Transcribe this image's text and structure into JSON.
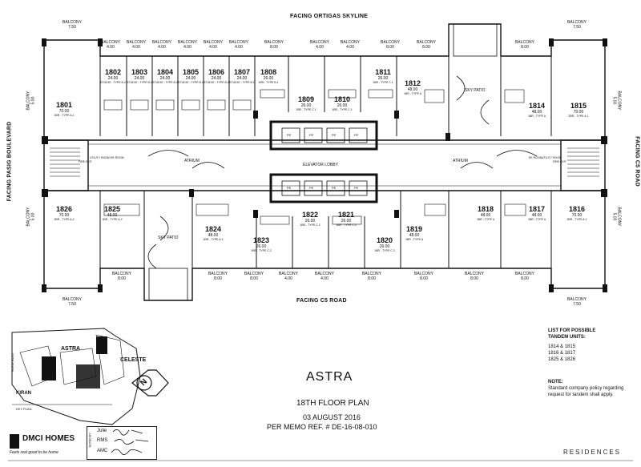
{
  "facing": {
    "top": "FACING ORTIGAS SKYLINE",
    "bottom": "FACING C5 ROAD",
    "left": "FACING PASIG BOULEVARD",
    "right": "FACING C5 ROAD"
  },
  "balconies_top": [
    {
      "label": "BALCONY",
      "size": "7.50"
    },
    {
      "label": "BALCONY",
      "size": "4.00"
    },
    {
      "label": "BALCONY",
      "size": "4.00"
    },
    {
      "label": "BALCONY",
      "size": "4.00"
    },
    {
      "label": "BALCONY",
      "size": "4.00"
    },
    {
      "label": "BALCONY",
      "size": "4.00"
    },
    {
      "label": "BALCONY",
      "size": "4.00"
    },
    {
      "label": "BALCONY",
      "size": "8.00"
    },
    {
      "label": "BALCONY",
      "size": "4.00"
    },
    {
      "label": "BALCONY",
      "size": "4.00"
    },
    {
      "label": "BALCONY",
      "size": "8.00"
    },
    {
      "label": "BALCONY",
      "size": "8.00"
    },
    {
      "label": "BALCONY",
      "size": "8.00"
    },
    {
      "label": "BALCONY",
      "size": "7.50"
    }
  ],
  "balconies_bottom": [
    {
      "label": "BALCONY",
      "size": "7.50"
    },
    {
      "label": "BALCONY",
      "size": "8.00"
    },
    {
      "label": "BALCONY",
      "size": "8.00"
    },
    {
      "label": "BALCONY",
      "size": "8.00"
    },
    {
      "label": "BALCONY",
      "size": "4.00"
    },
    {
      "label": "BALCONY",
      "size": "4.00"
    },
    {
      "label": "BALCONY",
      "size": "8.00"
    },
    {
      "label": "BALCONY",
      "size": "8.00"
    },
    {
      "label": "BALCONY",
      "size": "8.00"
    },
    {
      "label": "BALCONY",
      "size": "8.00"
    },
    {
      "label": "BALCONY",
      "size": "7.50"
    }
  ],
  "balconies_side": [
    {
      "label": "BALCONY",
      "size": "5.00"
    },
    {
      "label": "BALCONY",
      "size": "5.00"
    },
    {
      "label": "BALCONY",
      "size": "5.00"
    },
    {
      "label": "BALCONY",
      "size": "5.00"
    }
  ],
  "units": [
    {
      "num": "1801",
      "area": "70.00",
      "type": "1BR - TYPE A.1"
    },
    {
      "num": "1802",
      "area": "24.00",
      "type": "STUDIO - TYPE B.2"
    },
    {
      "num": "1803",
      "area": "24.00",
      "type": "STUDIO - TYPE B.1"
    },
    {
      "num": "1804",
      "area": "24.00",
      "type": "STUDIO - TYPE B.2"
    },
    {
      "num": "1805",
      "area": "24.00",
      "type": "STUDIO - TYPE B.1"
    },
    {
      "num": "1806",
      "area": "24.00",
      "type": "STUDIO - TYPE B.2"
    },
    {
      "num": "1807",
      "area": "24.00",
      "type": "STUDIO - TYPE B.1"
    },
    {
      "num": "1808",
      "area": "26.00",
      "type": "1BR - TYPE B.1"
    },
    {
      "num": "1809",
      "area": "26.00",
      "type": "1BR - TYPE C.1"
    },
    {
      "num": "1810",
      "area": "26.00",
      "type": "1BR - TYPE C.1"
    },
    {
      "num": "1811",
      "area": "26.00",
      "type": "1BR - TYPE C.1"
    },
    {
      "num": "1812",
      "area": "48.00",
      "type": "1BR - TYPE A"
    },
    {
      "num": "1814",
      "area": "48.00",
      "type": "1BR - TYPE A"
    },
    {
      "num": "1815",
      "area": "70.00",
      "type": "2BR - TYPE A.1"
    },
    {
      "num": "1816",
      "area": "70.00",
      "type": "2BR - TYPE A.1"
    },
    {
      "num": "1817",
      "area": "48.00",
      "type": "1BR - TYPE A"
    },
    {
      "num": "1818",
      "area": "48.00",
      "type": "1BR - TYPE A"
    },
    {
      "num": "1819",
      "area": "48.00",
      "type": "1BR - TYPE A"
    },
    {
      "num": "1820",
      "area": "26.00",
      "type": "1BR - TYPE C.2"
    },
    {
      "num": "1821",
      "area": "26.00",
      "type": "1BR - TYPE C.2"
    },
    {
      "num": "1822",
      "area": "26.00",
      "type": "1BR - TYPE C.2"
    },
    {
      "num": "1823",
      "area": "26.00",
      "type": "1BR - TYPE C.2"
    },
    {
      "num": "1824",
      "area": "48.00",
      "type": "1BR - TYPE A.2"
    },
    {
      "num": "1825",
      "area": "48.00",
      "type": "1BR - TYPE A.2"
    },
    {
      "num": "1826",
      "area": "70.00",
      "type": "2BR - TYPE A.2"
    }
  ],
  "areas": {
    "elevator_lobby": "ELEVATOR LOBBY",
    "atrium": "ATRIUM",
    "sky_patio": "SKY PATIO",
    "fire_exit": "FIRE EXIT",
    "utility_room": "UTILITY ROOM",
    "elec_room": "EE ROOM",
    "elevator_tag": "PE"
  },
  "key_plan": {
    "astra": "ASTRA",
    "celeste": "CELESTE",
    "kiran": "KIRAN",
    "road": "PASIG BLVD",
    "label": "KEY PLAN",
    "north": "N"
  },
  "title_block": {
    "project": "ASTRA",
    "plan": "18TH FLOOR PLAN",
    "date": "03 AUGUST 2016",
    "memo": "PER MEMO REF. #  DE-16-08-010"
  },
  "tandem": {
    "heading1": "LIST FOR POSSIBLE",
    "heading2": "TANDEM UNITS:",
    "pairs": [
      "1814 & 1815",
      "1816 & 1817",
      "1825 & 1826"
    ]
  },
  "note": {
    "heading": "NOTE:",
    "line1": "Standard company policy regarding",
    "line2": "request for tandem shall apply."
  },
  "company": {
    "name": "DMCI HOMES",
    "tagline": "Feels real good to be home",
    "brand": "RESIDENCES"
  },
  "approvals": {
    "label": "NOTED BY:",
    "r1": "Julie",
    "r2": "RMS",
    "r3": "AMC"
  }
}
